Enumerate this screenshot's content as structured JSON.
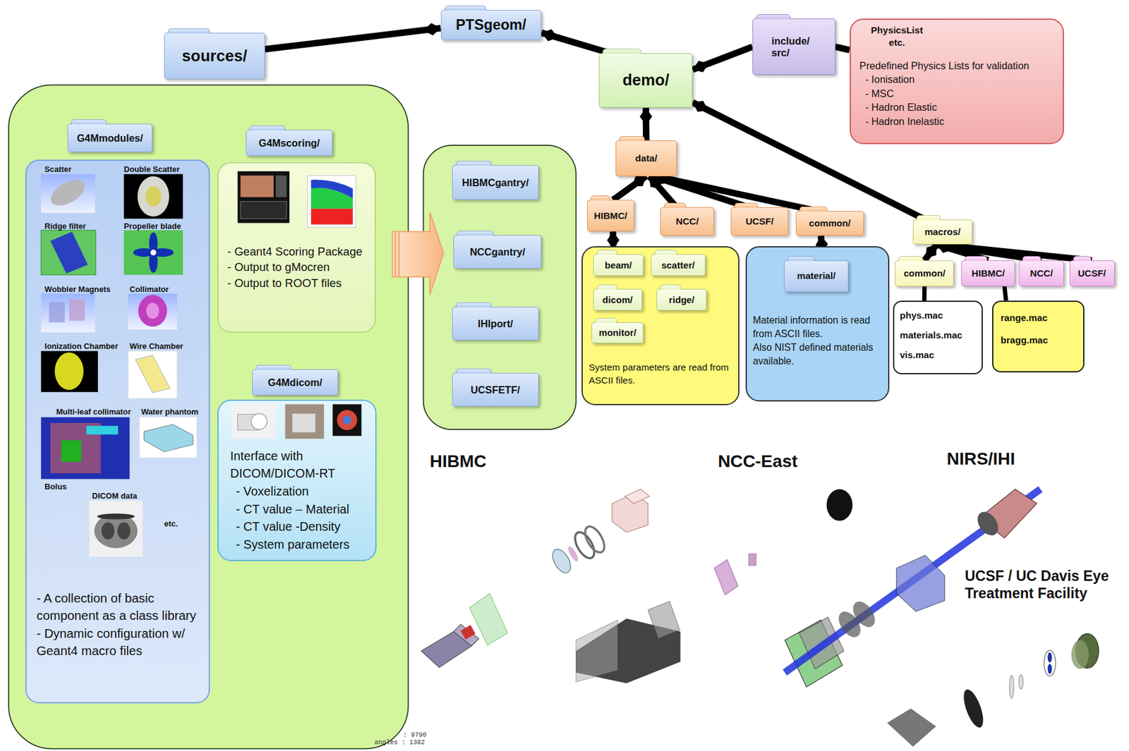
{
  "diagram": {
    "nodes": [
      {
        "text": [
          "PTSgeom/"
        ]
      },
      {
        "text": [
          "sources/"
        ]
      },
      {
        "text": [
          "G4Mmodules/",
          "- A collection of basic component as a class library",
          "- Dynamic configuration w/ Geant4 macro files"
        ]
      },
      {
        "text": [
          "G4Mscoring/",
          "- Geant4 Scoring Package",
          "- Output to gMocren",
          "- Output to ROOT files"
        ]
      },
      {
        "text": [
          "G4Mdicom/",
          "Interface with DICOM/DICOM-RT",
          "- Voxelization",
          "- CT value – Material",
          "- CT value -Density",
          "- System parameters"
        ]
      },
      {
        "text": [
          "HIBMCgantry/"
        ]
      },
      {
        "text": [
          "NCCgantry/"
        ]
      },
      {
        "text": [
          "IHIport/"
        ]
      },
      {
        "text": [
          "UCSFETF/"
        ]
      },
      {
        "text": [
          "demo/"
        ]
      },
      {
        "text": [
          "include/ src/"
        ]
      },
      {
        "text": [
          "PhysicsList etc.",
          "Predefined Physics Lists for validation",
          "- Ionisation",
          "- MSC",
          "- Hadron Elastic",
          "- Hadron Inelastic"
        ]
      },
      {
        "text": [
          "data/"
        ]
      },
      {
        "text": [
          "HIBMC/"
        ]
      },
      {
        "text": [
          "NCC/"
        ]
      },
      {
        "text": [
          "UCSF/"
        ]
      },
      {
        "text": [
          "common/"
        ]
      },
      {
        "text": [
          "macros/"
        ]
      },
      {
        "text": [
          "System parameters are read from ASCII files."
        ]
      },
      {
        "text": [
          "beam/"
        ],
        "in": 18
      },
      {
        "text": [
          "scatter/"
        ],
        "in": 18
      },
      {
        "text": [
          "dicom/"
        ],
        "in": 18
      },
      {
        "text": [
          "ridge/"
        ],
        "in": 18
      },
      {
        "text": [
          "monitor/"
        ],
        "in": 18
      },
      {
        "text": [
          "Material information is read from ASCII files.",
          "Also NIST defined materials available."
        ]
      },
      {
        "text": [
          "material/"
        ],
        "in": 24
      },
      {
        "text": [
          "common/"
        ]
      },
      {
        "text": [
          "HIBMC/"
        ]
      },
      {
        "text": [
          "NCC/"
        ]
      },
      {
        "text": [
          "UCSF/"
        ]
      },
      {
        "text": [
          "phys.mac",
          "materials.mac",
          "vis.mac"
        ]
      },
      {
        "text": [
          "range.mac",
          "bragg.mac"
        ]
      }
    ],
    "edges": [
      {
        "from": 1,
        "to": 0,
        "arrow": "to"
      },
      {
        "from": 9,
        "to": 0,
        "arrow": "to"
      },
      {
        "from": 10,
        "to": 9,
        "arrow": "to"
      },
      {
        "from": 10,
        "to": 11,
        "arrow": "none"
      },
      {
        "from": 12,
        "to": 9,
        "arrow": "to"
      },
      {
        "from": 17,
        "to": 9,
        "arrow": "to"
      },
      {
        "from": 13,
        "to": 12,
        "arrow": "to"
      },
      {
        "from": 14,
        "to": 12,
        "arrow": "to"
      },
      {
        "from": 15,
        "to": 12,
        "arrow": "to"
      },
      {
        "from": 16,
        "to": 12,
        "arrow": "to"
      },
      {
        "from": 18,
        "to": 13,
        "arrow": "to"
      },
      {
        "from": 24,
        "to": 16,
        "arrow": "to"
      },
      {
        "from": 26,
        "to": 17,
        "arrow": "to"
      },
      {
        "from": 27,
        "to": 17,
        "arrow": "to"
      },
      {
        "from": 28,
        "to": 17,
        "arrow": "to"
      },
      {
        "from": 29,
        "to": 17,
        "arrow": "to"
      },
      {
        "from": 26,
        "to": 30,
        "arrow": "none"
      },
      {
        "from": 27,
        "to": 31,
        "arrow": "none"
      }
    ],
    "labels": [
      "Scatter",
      "Double Scatter",
      "Ridge filter",
      "Propeller blade",
      "Wobbler Magnets",
      "Collimator",
      "Ionization Chamber",
      "Wire Chamber",
      "Multi-leaf collimator",
      "Water phantom",
      "Bolus",
      "DICOM data",
      "etc.",
      "HIBMC",
      "NCC-East",
      "NIRS/IHI",
      "UCSF / UC Davis Eye Treatment Facility",
      ": 9790",
      "angles : 1382"
    ]
  }
}
